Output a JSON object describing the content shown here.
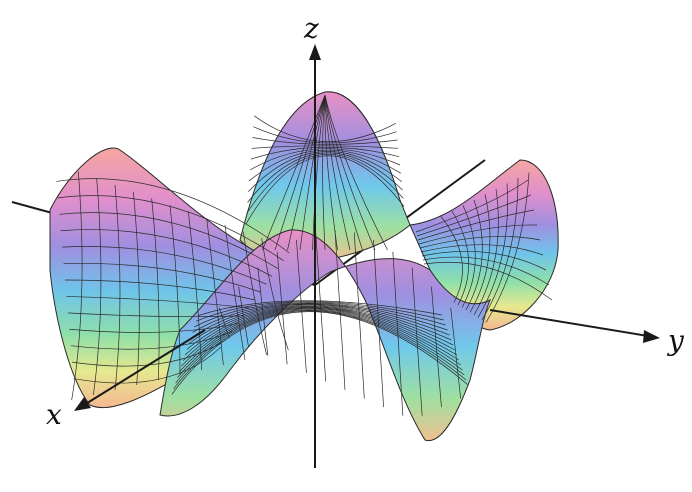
{
  "axes": {
    "x_label": "x",
    "y_label": "y",
    "z_label": "z"
  },
  "surface": {
    "kind": "wavy-mesh",
    "palette": [
      "#f5a6a0",
      "#e58fc0",
      "#a78fe0",
      "#6fa8e8",
      "#6fd6e8",
      "#8fe0a0",
      "#e8e890",
      "#f5b890"
    ]
  },
  "colors": {
    "axis": "#1a1a1a",
    "mesh": "#2a2a2a",
    "background": "#ffffff"
  }
}
